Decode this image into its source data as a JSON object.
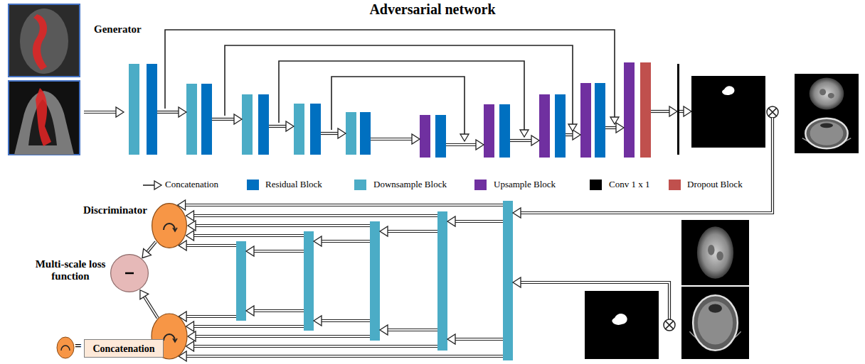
{
  "diagram": {
    "title": "Adversarial network",
    "nodes": [
      {
        "text": [
          "Discriminator"
        ]
      },
      {
        "text": [
          "Multi-scale loss function"
        ]
      },
      {
        "text": [
          "Concatenation"
        ]
      }
    ],
    "edges": [
      {
        "from": 0,
        "to": 1,
        "arrow": "to"
      }
    ],
    "labels": [
      "Generator",
      "="
    ],
    "legend": [
      {
        "text": "Concatenation"
      },
      {
        "text": "Residual Block",
        "color": "#0070C0"
      },
      {
        "text": "Downsample Block",
        "color": "#4BACC6"
      },
      {
        "text": "Upsample Block",
        "color": "#7030A0"
      },
      {
        "text": "Conv 1 x 1",
        "color": "#000000"
      },
      {
        "text": "Dropout Block",
        "color": "#C0504D"
      }
    ]
  }
}
